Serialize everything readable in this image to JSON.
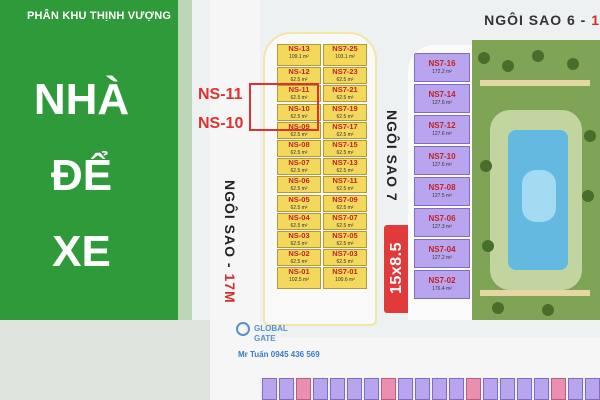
{
  "section_title": "PHÂN KHU THỊNH VƯỢNG",
  "big_label": [
    "NHÀ",
    "ĐỂ",
    "XE"
  ],
  "streets": {
    "top": {
      "name": "NGÔI SAO 6 - ",
      "suffix": "1"
    },
    "left": {
      "name": "NGÔI SAO - ",
      "suffix": "17M"
    },
    "middle": {
      "name": "NGÔI SAO 7"
    }
  },
  "callouts": [
    "NS-11",
    "NS-10"
  ],
  "dimension_badge": "15x8.5",
  "left_block": {
    "col_a": [
      {
        "code": "NS-13",
        "area": "109.1 m²"
      },
      {
        "code": "NS-12",
        "area": "62.5 m²"
      },
      {
        "code": "NS-11",
        "area": "62.5 m²"
      },
      {
        "code": "NS-10",
        "area": "62.5 m²"
      },
      {
        "code": "NS-09",
        "area": "62.5 m²"
      },
      {
        "code": "NS-08",
        "area": "62.5 m²"
      },
      {
        "code": "NS-07",
        "area": "62.5 m²"
      },
      {
        "code": "NS-06",
        "area": "62.5 m²"
      },
      {
        "code": "NS-05",
        "area": "62.5 m²"
      },
      {
        "code": "NS-04",
        "area": "62.5 m²"
      },
      {
        "code": "NS-03",
        "area": "62.5 m²"
      },
      {
        "code": "NS-02",
        "area": "62.5 m²"
      },
      {
        "code": "NS-01",
        "area": "102.5 m²"
      }
    ],
    "col_b": [
      {
        "code": "NS7-25",
        "area": "103.1 m²"
      },
      {
        "code": "NS7-23",
        "area": "62.5 m²"
      },
      {
        "code": "NS7-21",
        "area": "62.5 m²"
      },
      {
        "code": "NS7-19",
        "area": "62.5 m²"
      },
      {
        "code": "NS7-17",
        "area": "62.5 m²"
      },
      {
        "code": "NS7-15",
        "area": "62.5 m²"
      },
      {
        "code": "NS7-13",
        "area": "62.5 m²"
      },
      {
        "code": "NS7-11",
        "area": "62.5 m²"
      },
      {
        "code": "NS7-09",
        "area": "62.5 m²"
      },
      {
        "code": "NS7-07",
        "area": "62.5 m²"
      },
      {
        "code": "NS7-05",
        "area": "62.5 m²"
      },
      {
        "code": "NS7-03",
        "area": "62.5 m²"
      },
      {
        "code": "NS7-01",
        "area": "100.6 m²"
      }
    ]
  },
  "right_block": [
    {
      "code": "NS7-16",
      "area": "172.2 m²"
    },
    {
      "code": "NS7-14",
      "area": "127.6 m²"
    },
    {
      "code": "NS7-12",
      "area": "127.6 m²"
    },
    {
      "code": "NS7-10",
      "area": "127.6 m²"
    },
    {
      "code": "NS7-08",
      "area": "127.5 m²"
    },
    {
      "code": "NS7-06",
      "area": "127.3 m²"
    },
    {
      "code": "NS7-04",
      "area": "127.2 m²"
    },
    {
      "code": "NS7-02",
      "area": "176.4 m²"
    }
  ],
  "logo": {
    "line1": "GLOBAL",
    "line2": "GATE"
  },
  "contact": "Mr Tuấn 0945 436 569",
  "colors": {
    "green_area": "#2f9a3a",
    "yellow_plot": "#f4d85c",
    "purple_plot": "#b9a5ef",
    "highlight_red": "#e03131",
    "logo_blue": "#5a8fd0"
  }
}
